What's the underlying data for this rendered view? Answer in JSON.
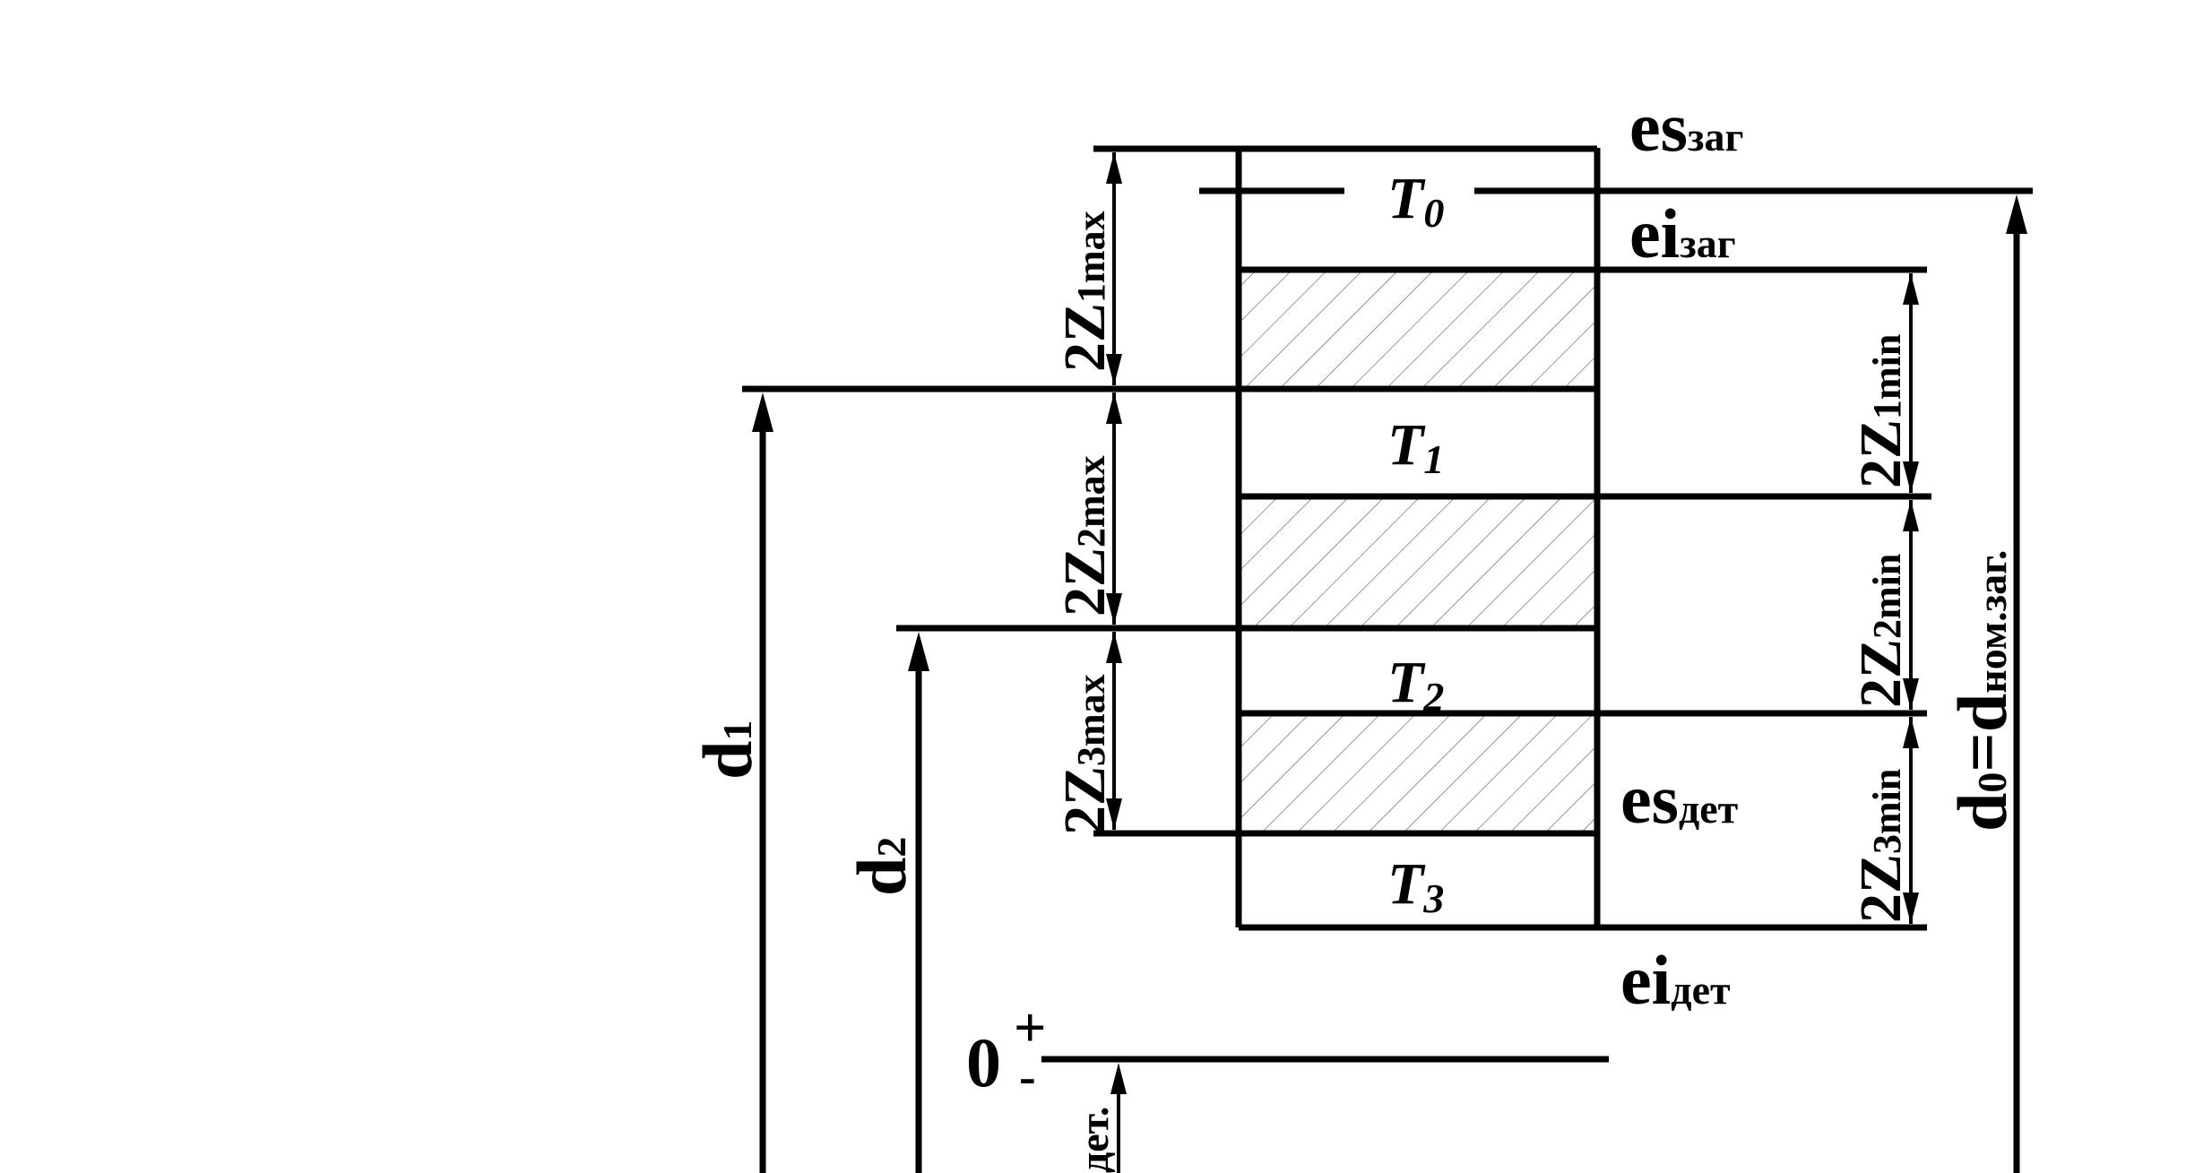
{
  "labels": {
    "T0": {
      "base": "T",
      "sub": "0"
    },
    "T1": {
      "base": "T",
      "sub": "1"
    },
    "T2": {
      "base": "T",
      "sub": "2"
    },
    "T3": {
      "base": "T",
      "sub": "3"
    },
    "es_zag": {
      "base": "es",
      "sub": "заг"
    },
    "ei_zag": {
      "base": "ei",
      "sub": "заг"
    },
    "es_det": {
      "base": "es",
      "sub": "дет"
    },
    "ei_det": {
      "base": "ei",
      "sub": "дет"
    },
    "z1max": {
      "base": "2Z",
      "sub": "1max"
    },
    "z2max": {
      "base": "2Z",
      "sub": "2max"
    },
    "z3max": {
      "base": "2Z",
      "sub": "3max"
    },
    "z1min": {
      "base": "2Z",
      "sub": "1min"
    },
    "z2min": {
      "base": "2Z",
      "sub": "2min"
    },
    "z3min": {
      "base": "2Z",
      "sub": "3min"
    },
    "d1": {
      "base": "d",
      "sub": "1"
    },
    "d2": {
      "base": "d",
      "sub": "2"
    },
    "d0": {
      "base": "d",
      "sub": "0",
      "eq": "=d",
      "sub2": "ном.заг."
    },
    "ddet": {
      "sub": "дет."
    },
    "zero": {
      "main": "0",
      "plus": "+",
      "minus": "-"
    }
  }
}
